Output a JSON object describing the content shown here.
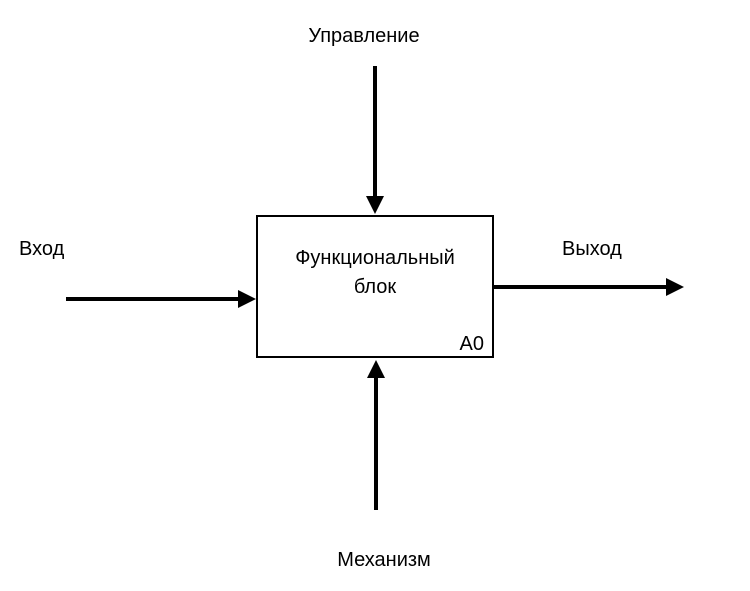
{
  "diagram": {
    "control_label": "Управление",
    "input_label": "Вход",
    "output_label": "Выход",
    "mechanism_label": "Механизм",
    "block": {
      "line1": "Функциональный",
      "line2": "блок",
      "id": "A0"
    }
  },
  "colors": {
    "stroke": "#000000",
    "background": "#ffffff"
  }
}
